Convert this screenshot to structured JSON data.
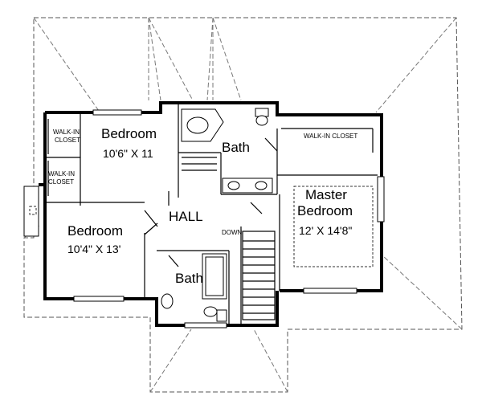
{
  "rooms": {
    "bedroom_top": {
      "label": "Bedroom",
      "size": "10'6\" X 11"
    },
    "bedroom_left": {
      "label": "Bedroom",
      "size": "10'4\" X 13'"
    },
    "master": {
      "label_line1": "Master",
      "label_line2": "Bedroom",
      "size": "12' X 14'8\""
    },
    "bath_top": {
      "label": "Bath"
    },
    "bath_bottom": {
      "label": "Bath"
    },
    "hall": {
      "label": "HALL"
    },
    "walkin_top": {
      "line1": "WALK-IN",
      "line2": "CLOSET"
    },
    "walkin_left": {
      "line1": "WALK-IN",
      "line2": "CLOSET"
    },
    "walkin_master": {
      "label": "WALK-IN CLOSET"
    },
    "stairs": {
      "label": "DOWN"
    }
  }
}
